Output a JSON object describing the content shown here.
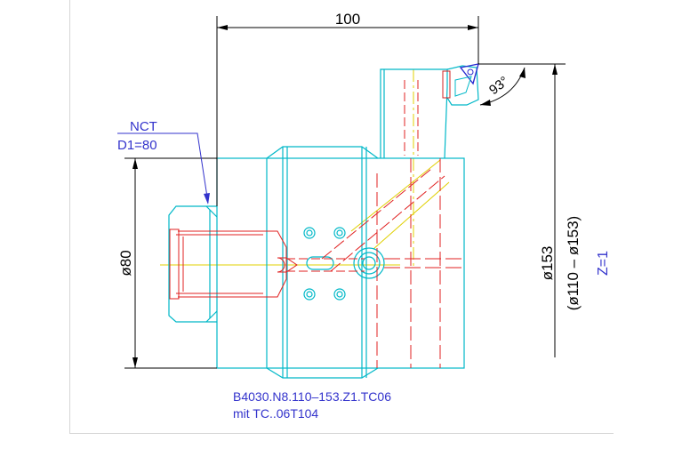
{
  "dimensions": {
    "width_top": "100",
    "diameter_left": "ø80",
    "diameter_right": "ø153",
    "diameter_range": "(ø110 – ø153)",
    "angle": "93°"
  },
  "labels": {
    "nct": "NCT",
    "d1": "D1=80",
    "z": "Z=1"
  },
  "caption": {
    "line1": "B4030.N8.110–153.Z1.TC06",
    "line2": "mit  TC..06T104"
  },
  "colors": {
    "outline": "#00b8c8",
    "dimension": "#000000",
    "annotation": "#3333cc",
    "section": "#e02020",
    "centerline": "#e0d000",
    "cutter": "#d02020",
    "insert": "#2a2ad0"
  }
}
